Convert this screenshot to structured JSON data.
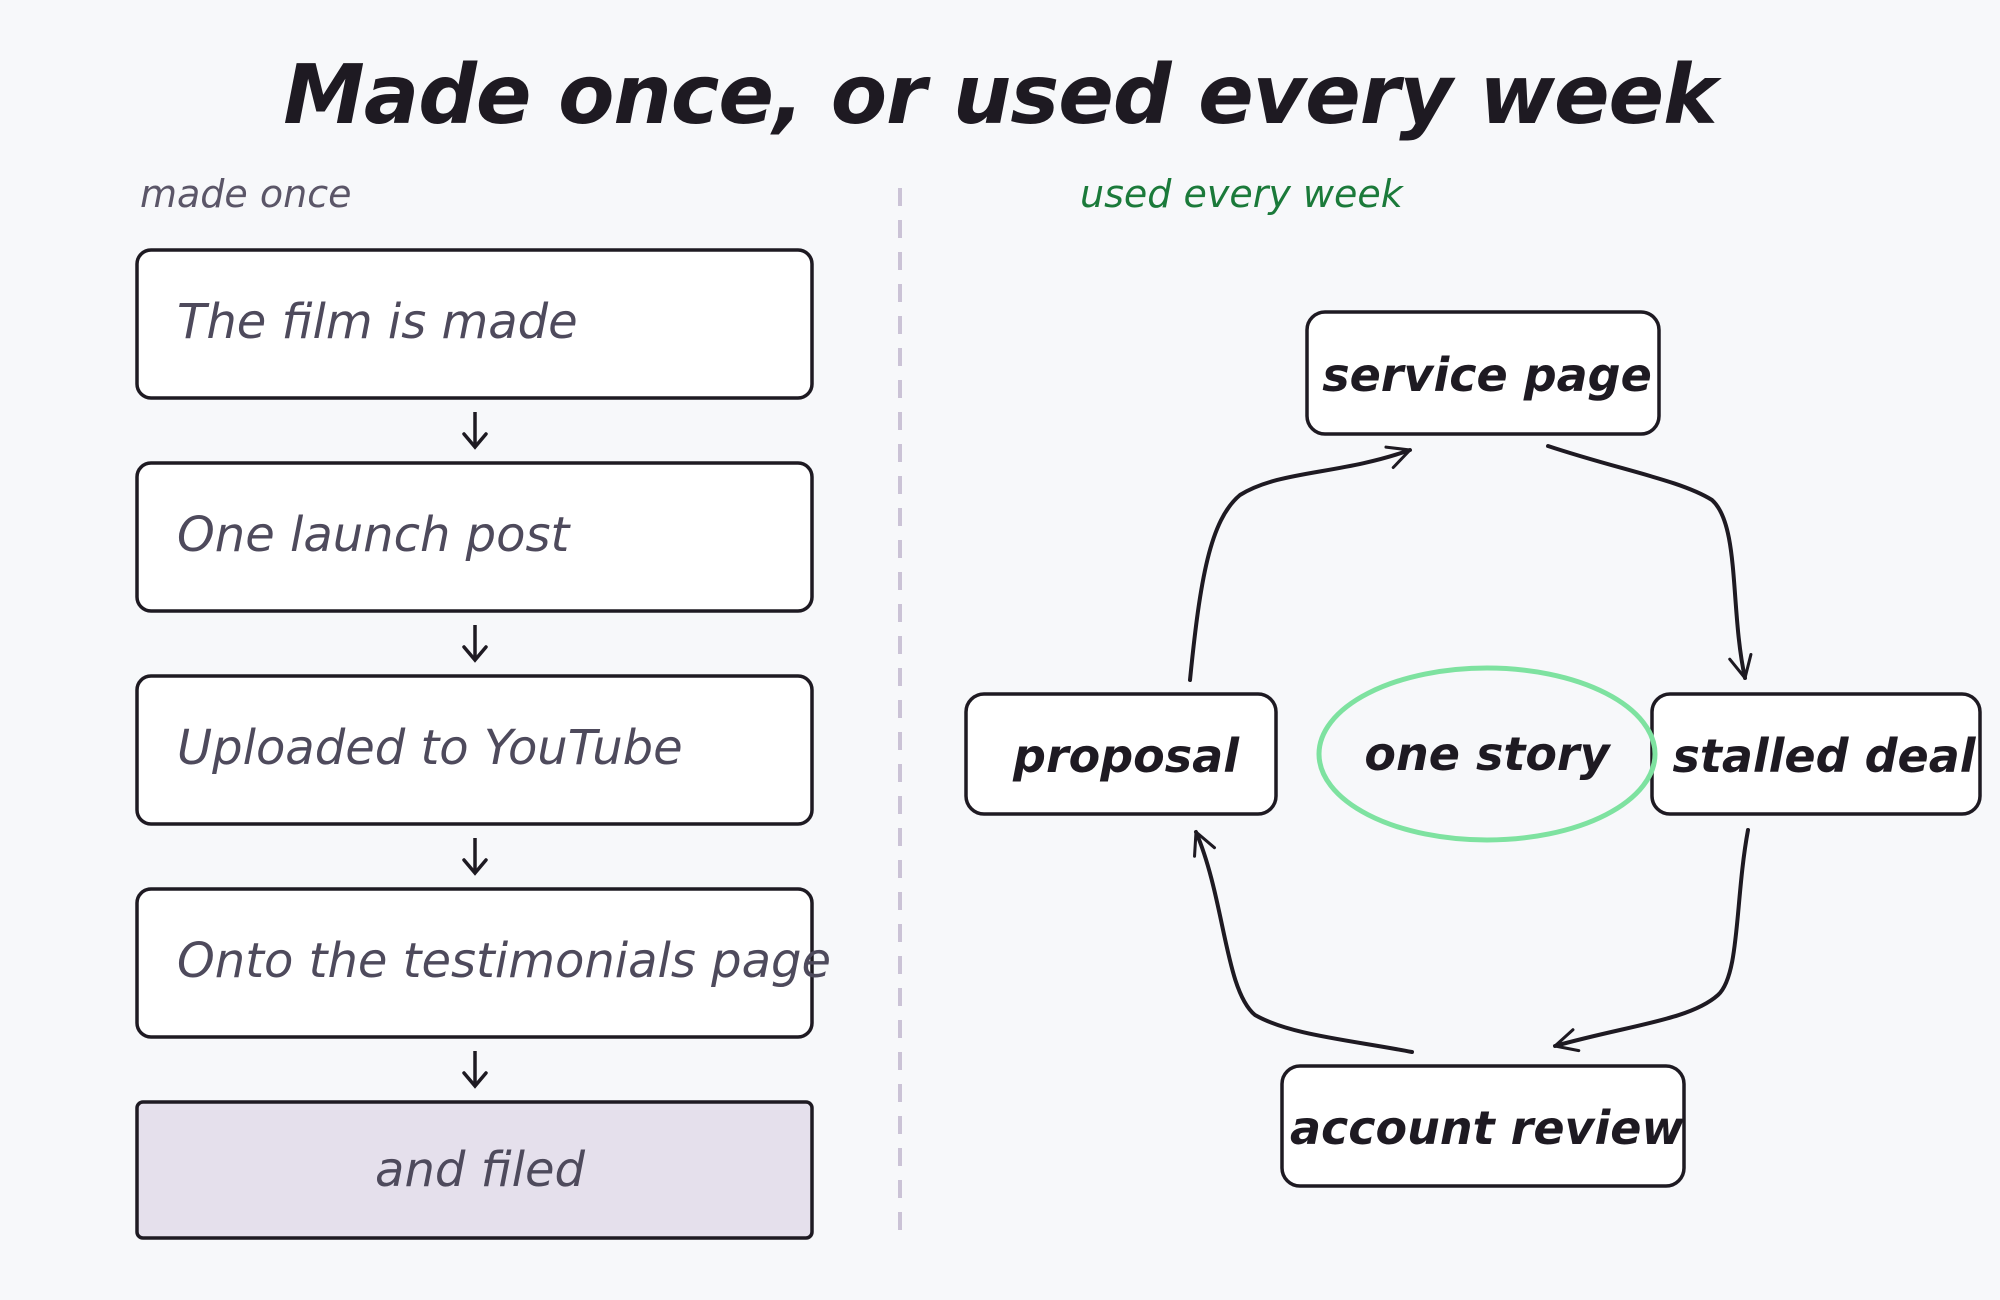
{
  "title": "Made once, or used every week",
  "left": {
    "label": "made once",
    "steps": [
      "The film is made",
      "One launch post",
      "Uploaded to YouTube",
      "Onto the testimonials page",
      "and filed"
    ]
  },
  "right": {
    "label": "used every week",
    "center": "one story",
    "nodes": {
      "top": "service page",
      "right": "stalled deal",
      "bottom": "account review",
      "left": "proposal"
    }
  },
  "colors": {
    "ink": "#1e1a22",
    "muted_text": "#4e4a5c",
    "filed_fill": "#e5e0ec",
    "center_ring": "#7ee2a0",
    "right_label": "#1b7a3a",
    "divider": "#cbc3d6"
  }
}
